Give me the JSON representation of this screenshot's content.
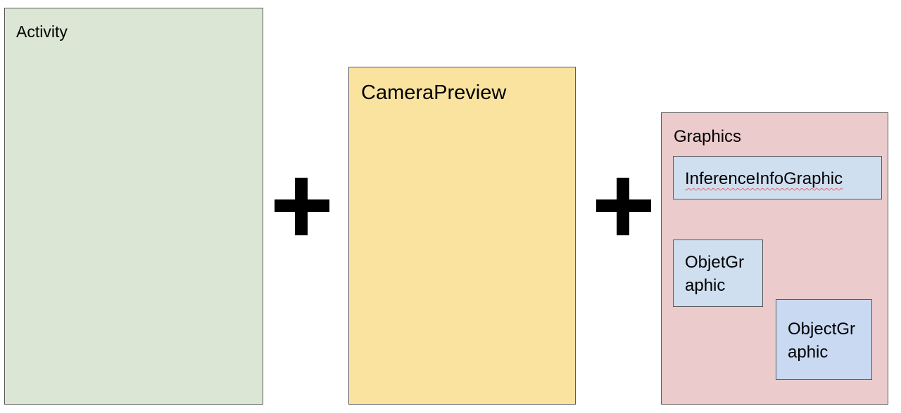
{
  "diagram": {
    "activity": {
      "label": "Activity",
      "fill": "#dbe7d4"
    },
    "camera_preview": {
      "label": "CameraPreview",
      "fill": "#f9e39f"
    },
    "graphics": {
      "label": "Graphics",
      "fill": "#ebcbcb",
      "children": [
        {
          "label": "InferenceInfoGraphic",
          "fill": "#cfdff0",
          "spellcheck_underline": true
        },
        {
          "label": "ObjetGraphic",
          "fill": "#cfdff0"
        },
        {
          "label": "ObjectGraphic",
          "fill": "#c9d9f2"
        }
      ]
    },
    "operators": [
      "plus-icon",
      "plus-icon"
    ],
    "colors": {
      "border": "#595959",
      "text": "#000000",
      "plus": "#000000",
      "spellcheck": "#e06666"
    }
  }
}
